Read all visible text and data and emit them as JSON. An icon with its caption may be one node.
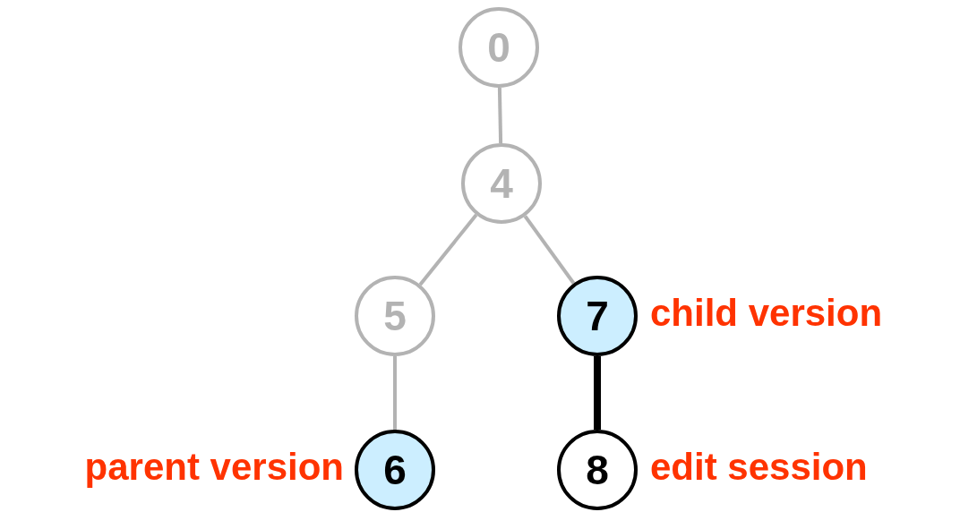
{
  "diagram": {
    "nodes": [
      {
        "text": [
          "0"
        ]
      },
      {
        "text": [
          "4"
        ]
      },
      {
        "text": [
          "5"
        ]
      },
      {
        "text": [
          "7"
        ],
        "beside": [
          "child version"
        ]
      },
      {
        "text": [
          "6"
        ],
        "beside": [
          "parent version"
        ]
      },
      {
        "text": [
          "8"
        ],
        "beside": [
          "edit session"
        ]
      }
    ],
    "edges": [
      {
        "from": 0,
        "to": 1,
        "arrow": "none"
      },
      {
        "from": 1,
        "to": 2,
        "arrow": "none"
      },
      {
        "from": 1,
        "to": 3,
        "arrow": "none"
      },
      {
        "from": 2,
        "to": 4,
        "arrow": "none"
      },
      {
        "from": 3,
        "to": 5,
        "arrow": "none",
        "style": "thick",
        "color": "#000000"
      }
    ]
  }
}
